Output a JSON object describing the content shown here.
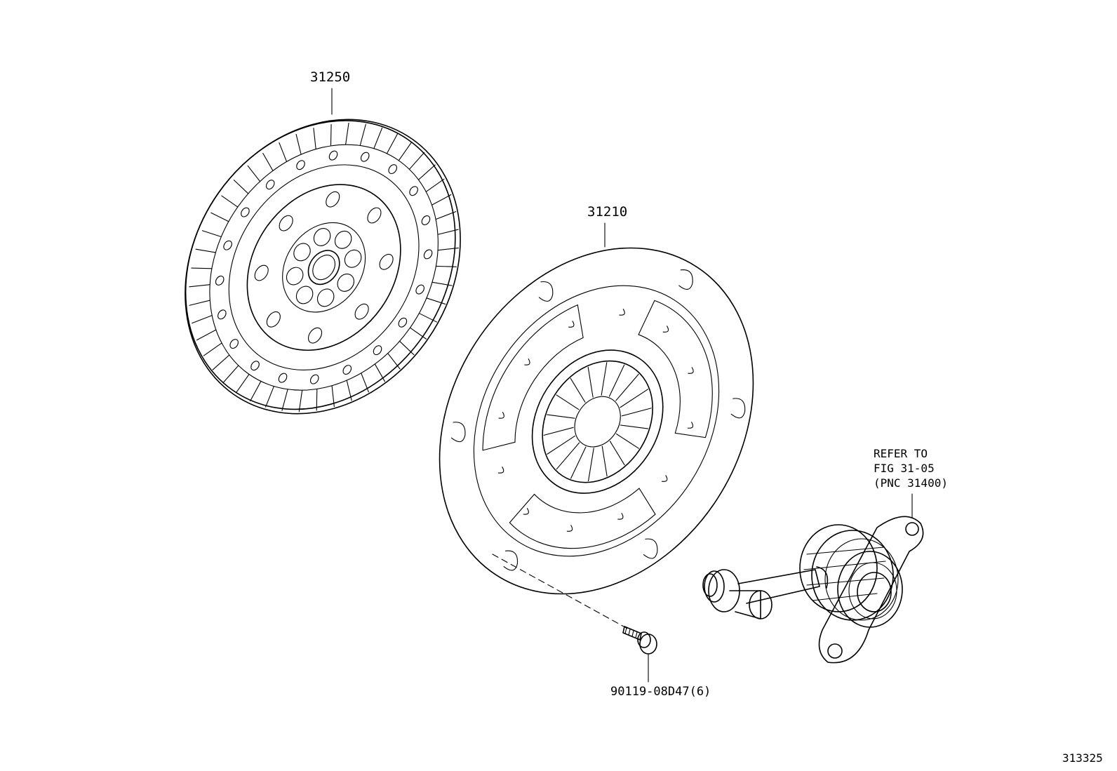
{
  "labels": {
    "clutch_disc": "31250",
    "clutch_cover": "31210",
    "bolt": "90119-08D47(6)",
    "refer_line1": "REFER TO",
    "refer_line2": "FIG 31-05",
    "refer_line3": "(PNC 31400)",
    "figure_number": "313325"
  },
  "colors": {
    "ink": "#000000",
    "background": "#ffffff"
  }
}
